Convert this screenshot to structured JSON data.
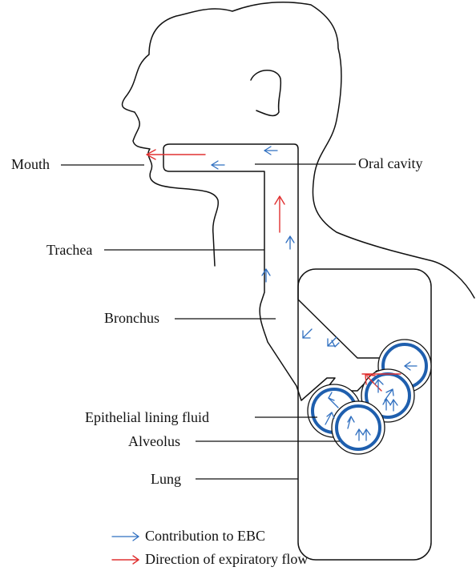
{
  "labels": {
    "mouth": "Mouth",
    "oral_cavity": "Oral cavity",
    "trachea": "Trachea",
    "bronchus": "Bronchus",
    "epithelial_lining_fluid": "Epithelial lining fluid",
    "alveolus": "Alveolus",
    "lung": "Lung"
  },
  "legend": {
    "blue_label": "Contribution to EBC",
    "red_label": "Direction of expiratory flow"
  },
  "colors": {
    "contribution_arrow": "#2f6fc0",
    "flow_arrow": "#e03030",
    "alveolus_ring": "#1f5fae",
    "outline": "#111111"
  }
}
